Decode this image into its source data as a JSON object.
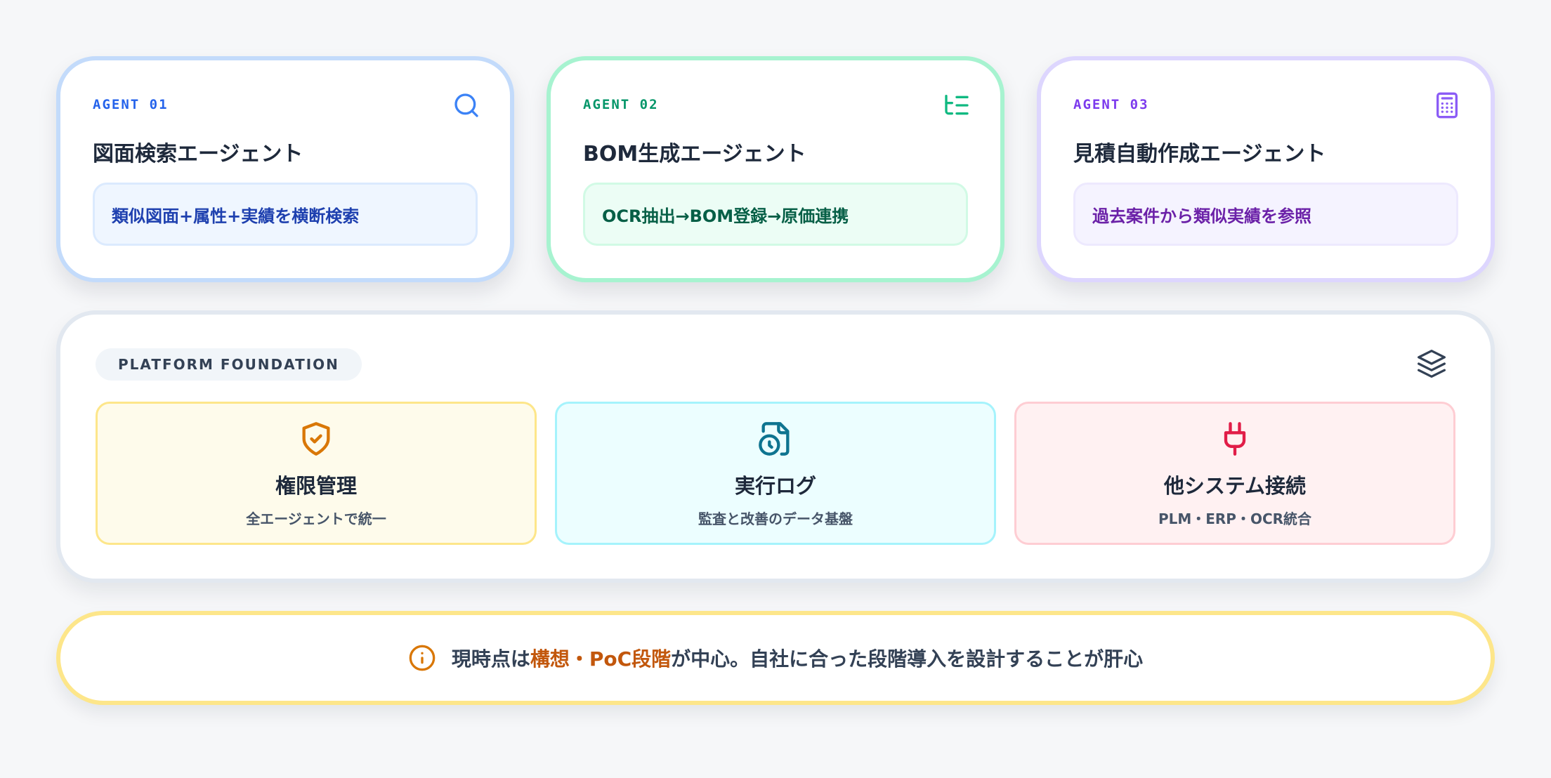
{
  "agents": [
    {
      "tag": "AGENT 01",
      "title": "図面検索エージェント",
      "description": "類似図面+属性+実績を横断検索",
      "icon": "search-icon",
      "accent": "#2563eb"
    },
    {
      "tag": "AGENT 02",
      "title": "BOM生成エージェント",
      "description": "OCR抽出→BOM登録→原価連携",
      "icon": "list-tree-icon",
      "accent": "#059669"
    },
    {
      "tag": "AGENT 03",
      "title": "見積自動作成エージェント",
      "description": "過去案件から類似実績を参照",
      "icon": "calculator-icon",
      "accent": "#7c3aed"
    }
  ],
  "foundation": {
    "label": "PLATFORM FOUNDATION",
    "icon": "layers-icon",
    "modules": [
      {
        "title": "権限管理",
        "subtitle": "全エージェントで統一",
        "icon": "shield-check-icon",
        "accent": "#d97706"
      },
      {
        "title": "実行ログ",
        "subtitle": "監査と改善のデータ基盤",
        "icon": "file-clock-icon",
        "accent": "#0e7490"
      },
      {
        "title": "他システム接続",
        "subtitle": "PLM・ERP・OCR統合",
        "icon": "plug-icon",
        "accent": "#e11d48"
      }
    ]
  },
  "note": {
    "icon": "info-icon",
    "prefix": "現時点は",
    "highlight": "構想・PoC段階",
    "suffix": "が中心。自社に合った段階導入を設計することが肝心",
    "highlight_color": "#c2570c"
  }
}
